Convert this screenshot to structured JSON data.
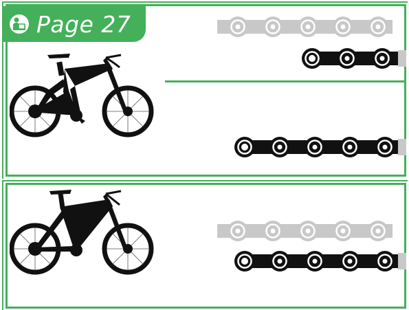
{
  "header": {
    "page_label": "Page 27",
    "icon": "manual-reader-icon",
    "accent_color": "#44b05a"
  },
  "rows": [
    {
      "name": "top-row",
      "bike": "full-suspension-mountain-bike",
      "chains": [
        "chain-gray-top",
        "chain-black-short",
        "chain-black-long"
      ]
    },
    {
      "name": "bottom-row",
      "bike": "hardtail-mountain-bike",
      "chains": [
        "chain-gray",
        "chain-black"
      ]
    }
  ],
  "colors": {
    "chain_dark": "#111111",
    "chain_light": "#c8c8c8",
    "background": "#ffffff"
  }
}
